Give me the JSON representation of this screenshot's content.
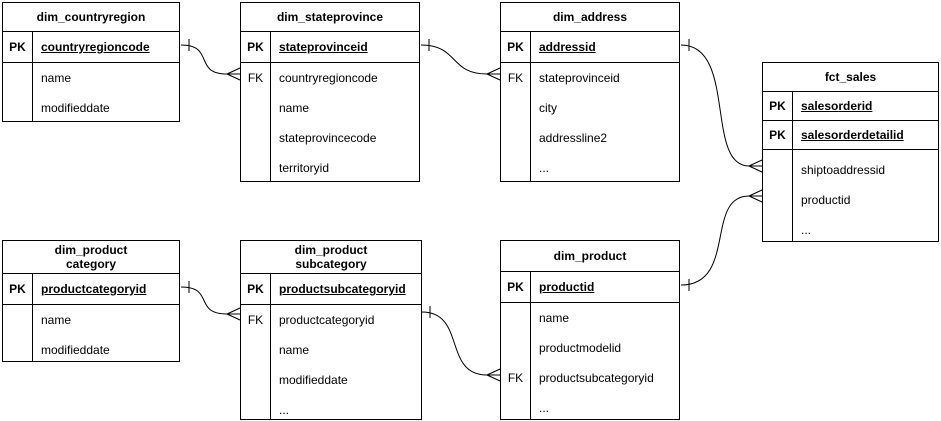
{
  "diagram": {
    "type": "entity-relationship",
    "background_color": "#ffffff",
    "line_color": "#000000",
    "text_color": "#000000"
  },
  "tables": [
    {
      "id": "dim_countryregion",
      "title": "dim_countryregion",
      "pk_rows": [
        {
          "key": "PK",
          "name": "countryregioncode"
        }
      ],
      "attrs": [
        {
          "label": "name",
          "key": ""
        },
        {
          "label": "modifieddate",
          "key": ""
        }
      ]
    },
    {
      "id": "dim_stateprovince",
      "title": "dim_stateprovince",
      "pk_rows": [
        {
          "key": "PK",
          "name": "stateprovinceid"
        }
      ],
      "attrs": [
        {
          "label": "countryregioncode",
          "key": "FK"
        },
        {
          "label": "name",
          "key": ""
        },
        {
          "label": "stateprovincecode",
          "key": ""
        },
        {
          "label": "territoryid",
          "key": ""
        }
      ]
    },
    {
      "id": "dim_address",
      "title": "dim_address",
      "pk_rows": [
        {
          "key": "PK",
          "name": "addressid"
        }
      ],
      "attrs": [
        {
          "label": "stateprovinceid",
          "key": "FK"
        },
        {
          "label": "city",
          "key": ""
        },
        {
          "label": "addressline2",
          "key": ""
        },
        {
          "label": "...",
          "key": ""
        }
      ]
    },
    {
      "id": "fct_sales",
      "title": "fct_sales",
      "pk_rows": [
        {
          "key": "PK",
          "name": "salesorderid"
        },
        {
          "key": "PK",
          "name": "salesorderdetailid"
        }
      ],
      "attrs": [
        {
          "label": "shiptoaddressid",
          "key": ""
        },
        {
          "label": "productid",
          "key": ""
        },
        {
          "label": "...",
          "key": ""
        }
      ]
    },
    {
      "id": "dim_productcategory",
      "title": "dim_product\ncategory",
      "pk_rows": [
        {
          "key": "PK",
          "name": "productcategoryid"
        }
      ],
      "attrs": [
        {
          "label": "name",
          "key": ""
        },
        {
          "label": "modifieddate",
          "key": ""
        }
      ]
    },
    {
      "id": "dim_productsubcategory",
      "title": "dim_product\nsubcategory",
      "pk_rows": [
        {
          "key": "PK",
          "name": "productsubcategoryid"
        }
      ],
      "attrs": [
        {
          "label": "productcategoryid",
          "key": "FK"
        },
        {
          "label": "name",
          "key": ""
        },
        {
          "label": "modifieddate",
          "key": ""
        },
        {
          "label": "...",
          "key": ""
        }
      ]
    },
    {
      "id": "dim_product",
      "title": "dim_product",
      "pk_rows": [
        {
          "key": "PK",
          "name": "productid"
        }
      ],
      "attrs": [
        {
          "label": "name",
          "key": ""
        },
        {
          "label": "productmodelid",
          "key": ""
        },
        {
          "label": "productsubcategoryid",
          "key": "FK"
        },
        {
          "label": "...",
          "key": ""
        }
      ]
    }
  ],
  "relationships": [
    {
      "from": "dim_countryregion.countryregioncode",
      "to": "dim_stateprovince.countryregioncode",
      "from_cardinality": "one",
      "to_cardinality": "many"
    },
    {
      "from": "dim_stateprovince.stateprovinceid",
      "to": "dim_address.stateprovinceid",
      "from_cardinality": "one",
      "to_cardinality": "many"
    },
    {
      "from": "dim_address.addressid",
      "to": "fct_sales.shiptoaddressid",
      "from_cardinality": "one",
      "to_cardinality": "many"
    },
    {
      "from": "dim_product.productid",
      "to": "fct_sales.productid",
      "from_cardinality": "one",
      "to_cardinality": "many"
    },
    {
      "from": "dim_productcategory.productcategoryid",
      "to": "dim_productsubcategory.productcategoryid",
      "from_cardinality": "one",
      "to_cardinality": "many"
    },
    {
      "from": "dim_productsubcategory.productsubcategoryid",
      "to": "dim_product.productsubcategoryid",
      "from_cardinality": "one",
      "to_cardinality": "many"
    }
  ]
}
